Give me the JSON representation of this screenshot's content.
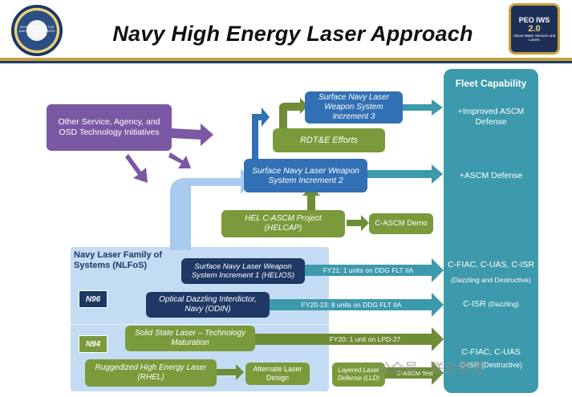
{
  "header": {
    "title": "Navy High Energy Laser Approach",
    "left_seal_text": "DEPARTMENT OF THE NAVY · UNITED STATES OF AMERICA",
    "right_seal": {
      "line1": "PEO IWS",
      "line2": "2.0",
      "line3": "Above Water Sensors and Lasers"
    }
  },
  "fleet_capability": {
    "heading": "Fleet Capability",
    "items": [
      "+Improved ASCM Defense",
      "+ASCM Defense"
    ],
    "c_fiac_1": "C-FIAC, C-UAS, C-ISR",
    "c_fiac_1_sub": "(Dazzling and Destructive)",
    "c_isr": "C-ISR",
    "c_isr_sub": "(Dazzling)",
    "c_fiac_2": "C-FIAC, C-UAS",
    "c_fiac_2_sub": "C-ISR (Destructive)"
  },
  "boxes": {
    "other_service": "Other Service, Agency, and OSD Technology Initiatives",
    "snlws_inc3": "Surface Navy Laser Weapon System Increment 3",
    "rdte": "RDT&E Efforts",
    "snlws_inc2": "Surface Navy Laser Weapon System Increment 2",
    "helcap": "HEL C-ASCM Project (HELCAP)",
    "c_ascm_demo": "C-ASCM Demo",
    "nlfos_label": "Navy Laser Family of Systems (NLFoS)",
    "n96": "N96",
    "n94": "N94",
    "helios": "Surface Navy Laser Weapon System Increment 1 (HELIOS)",
    "odin": "Optical Dazzling Interdictor, Navy (ODIN)",
    "sslt": "Solid State Laser – Technology Maturation",
    "rhel": "Ruggedized High Energy Laser (RHEL)",
    "alt_laser": "Alternate Laser Design",
    "lld": "Layered Laser Defense (LLD)",
    "c_ascm_test": "C-ASCM Test"
  },
  "arrow_labels": {
    "fy21": "FY21: 1 units on DDG FLT IIA",
    "fy20_23": "FY20-23: 8 units on DDG FLT IIA",
    "fy20": "FY20: 1 unit on LPD-27"
  },
  "watermark": "公众号 · 联合参考",
  "colors": {
    "blue_box": "#3170b4",
    "navy_box": "#1f3864",
    "green_box": "#7a9a3b",
    "purple_box": "#7b58a3",
    "teal_arrow": "#3c9aac",
    "light_blue_panel": "#c4dcf3"
  }
}
